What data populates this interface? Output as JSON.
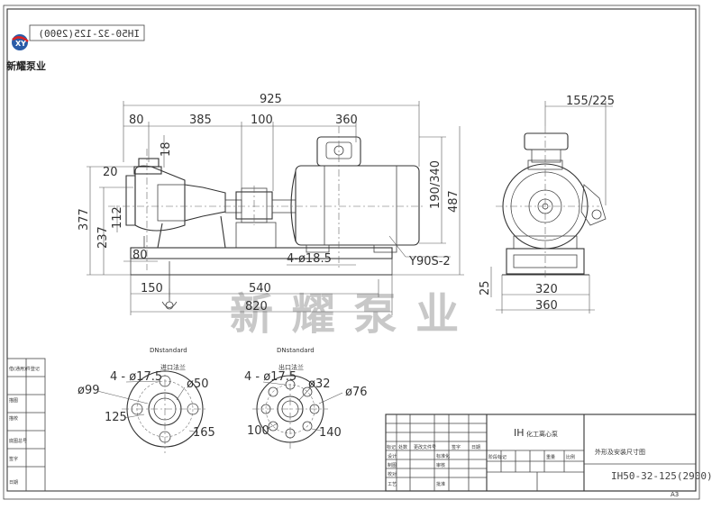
{
  "drawing": {
    "brand_name": "新耀泵业",
    "watermark": "新 耀 泵 业",
    "mirrored_code": "IH50-32-125(2900)",
    "sheet_size": "A3"
  },
  "front_view": {
    "dims": {
      "overall": "925",
      "d80_top": "80",
      "d385": "385",
      "d100": "100",
      "d360_top": "360",
      "d18": "18",
      "d20": "20",
      "d112": "112",
      "d237": "237",
      "d377": "377",
      "d80_low": "80",
      "d190_340": "190/340",
      "d487": "487",
      "bolt_holes": "4-ø18.5",
      "motor_model": "Y90S-2",
      "d150": "150",
      "d540": "540",
      "d820": "820"
    }
  },
  "side_view": {
    "dims": {
      "d155_225": "155/225",
      "d25": "25",
      "d320": "320",
      "d360": "360"
    }
  },
  "inlet_flange": {
    "standard_label": "DNstandard",
    "name": "进口法兰",
    "holes": "4 - ø17.5",
    "d_outer": "ø99",
    "d_inner": "ø50",
    "pcd": "125",
    "od": "165"
  },
  "outlet_flange": {
    "standard_label": "DNstandard",
    "name": "出口法兰",
    "holes": "4 - ø17.5",
    "d_inner": "ø32",
    "d_outer": "ø76",
    "pcd": "100",
    "od": "140"
  },
  "title_block": {
    "code_prefix": "IH",
    "product": "化工离心泵",
    "drawing_title": "外形及安装尺寸图",
    "model_code": "IH50-32-125(2900)",
    "cells": {
      "mark": "标记",
      "count": "处数",
      "zone": "更改文件号",
      "sign": "签字",
      "date": "日期",
      "design": "设计",
      "standardize": "标准化",
      "stage_mark": "阶段标记",
      "weight": "重量",
      "scale": "比例",
      "drawn": "制图",
      "proofread": "校对",
      "review": "审核",
      "process": "工艺",
      "approve": "批准"
    }
  },
  "side_panel": {
    "used_in": "借(通用)件登记",
    "trace": "描图",
    "copy": "描校",
    "base_no": "底图总号",
    "sign": "签字",
    "date": "日期"
  }
}
